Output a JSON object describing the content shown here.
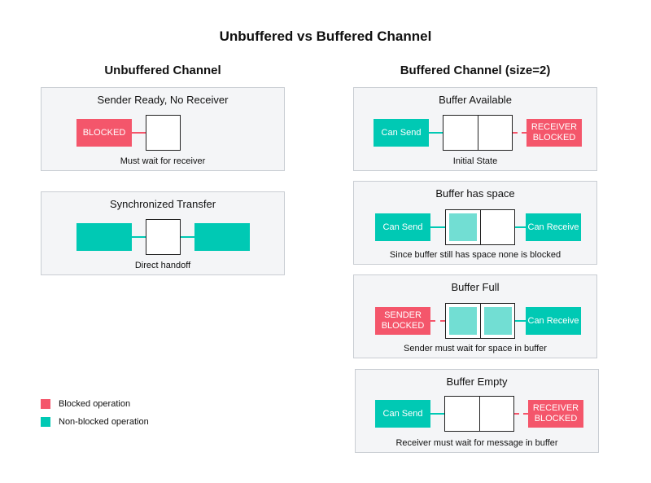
{
  "title": "Unbuffered vs Buffered Channel",
  "unbuffered": {
    "heading": "Unbuffered Channel",
    "panels": [
      {
        "title": "Sender Ready, No Receiver",
        "sender": "BLOCKED",
        "caption": "Must wait for receiver"
      },
      {
        "title": "Synchronized Transfer",
        "caption": "Direct handoff"
      }
    ]
  },
  "buffered": {
    "heading": "Buffered Channel (size=2)",
    "panels": [
      {
        "title": "Buffer Available",
        "sender": "Can Send",
        "receiver": "RECEIVER BLOCKED",
        "caption": "Initial State"
      },
      {
        "title": "Buffer has space",
        "sender": "Can Send",
        "receiver": "Can Receive",
        "caption": "Since buffer still has space none is blocked"
      },
      {
        "title": "Buffer Full",
        "sender": "SENDER BLOCKED",
        "receiver": "Can Receive",
        "caption": "Sender must wait for space in buffer"
      },
      {
        "title": "Buffer Empty",
        "sender": "Can Send",
        "receiver": "RECEIVER BLOCKED",
        "caption": "Receiver must wait for message in buffer"
      }
    ]
  },
  "legend": [
    {
      "label": "Blocked operation",
      "color": "#f4566b"
    },
    {
      "label": "Non-blocked operation",
      "color": "#00c9b4"
    }
  ]
}
